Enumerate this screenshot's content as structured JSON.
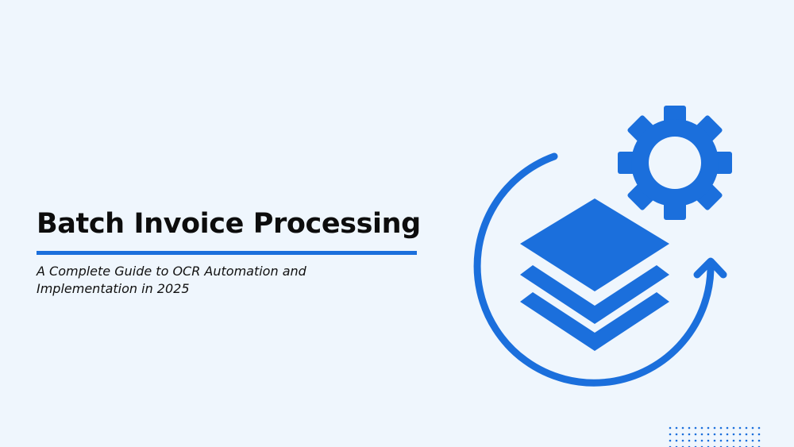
{
  "header": {
    "title": "Batch Invoice Processing",
    "subtitle": "A Complete Guide to OCR Automation and Implementation in 2025"
  },
  "illustration": {
    "icons": [
      "cycle-arrow-icon",
      "stacked-layers-icon",
      "gear-icon"
    ],
    "accent_color": "#1b6fdc"
  },
  "decoration": {
    "pattern": "dot-grid"
  },
  "colors": {
    "background": "#eff6fd",
    "accent": "#1b6fdc",
    "text": "#0d0d0d"
  }
}
